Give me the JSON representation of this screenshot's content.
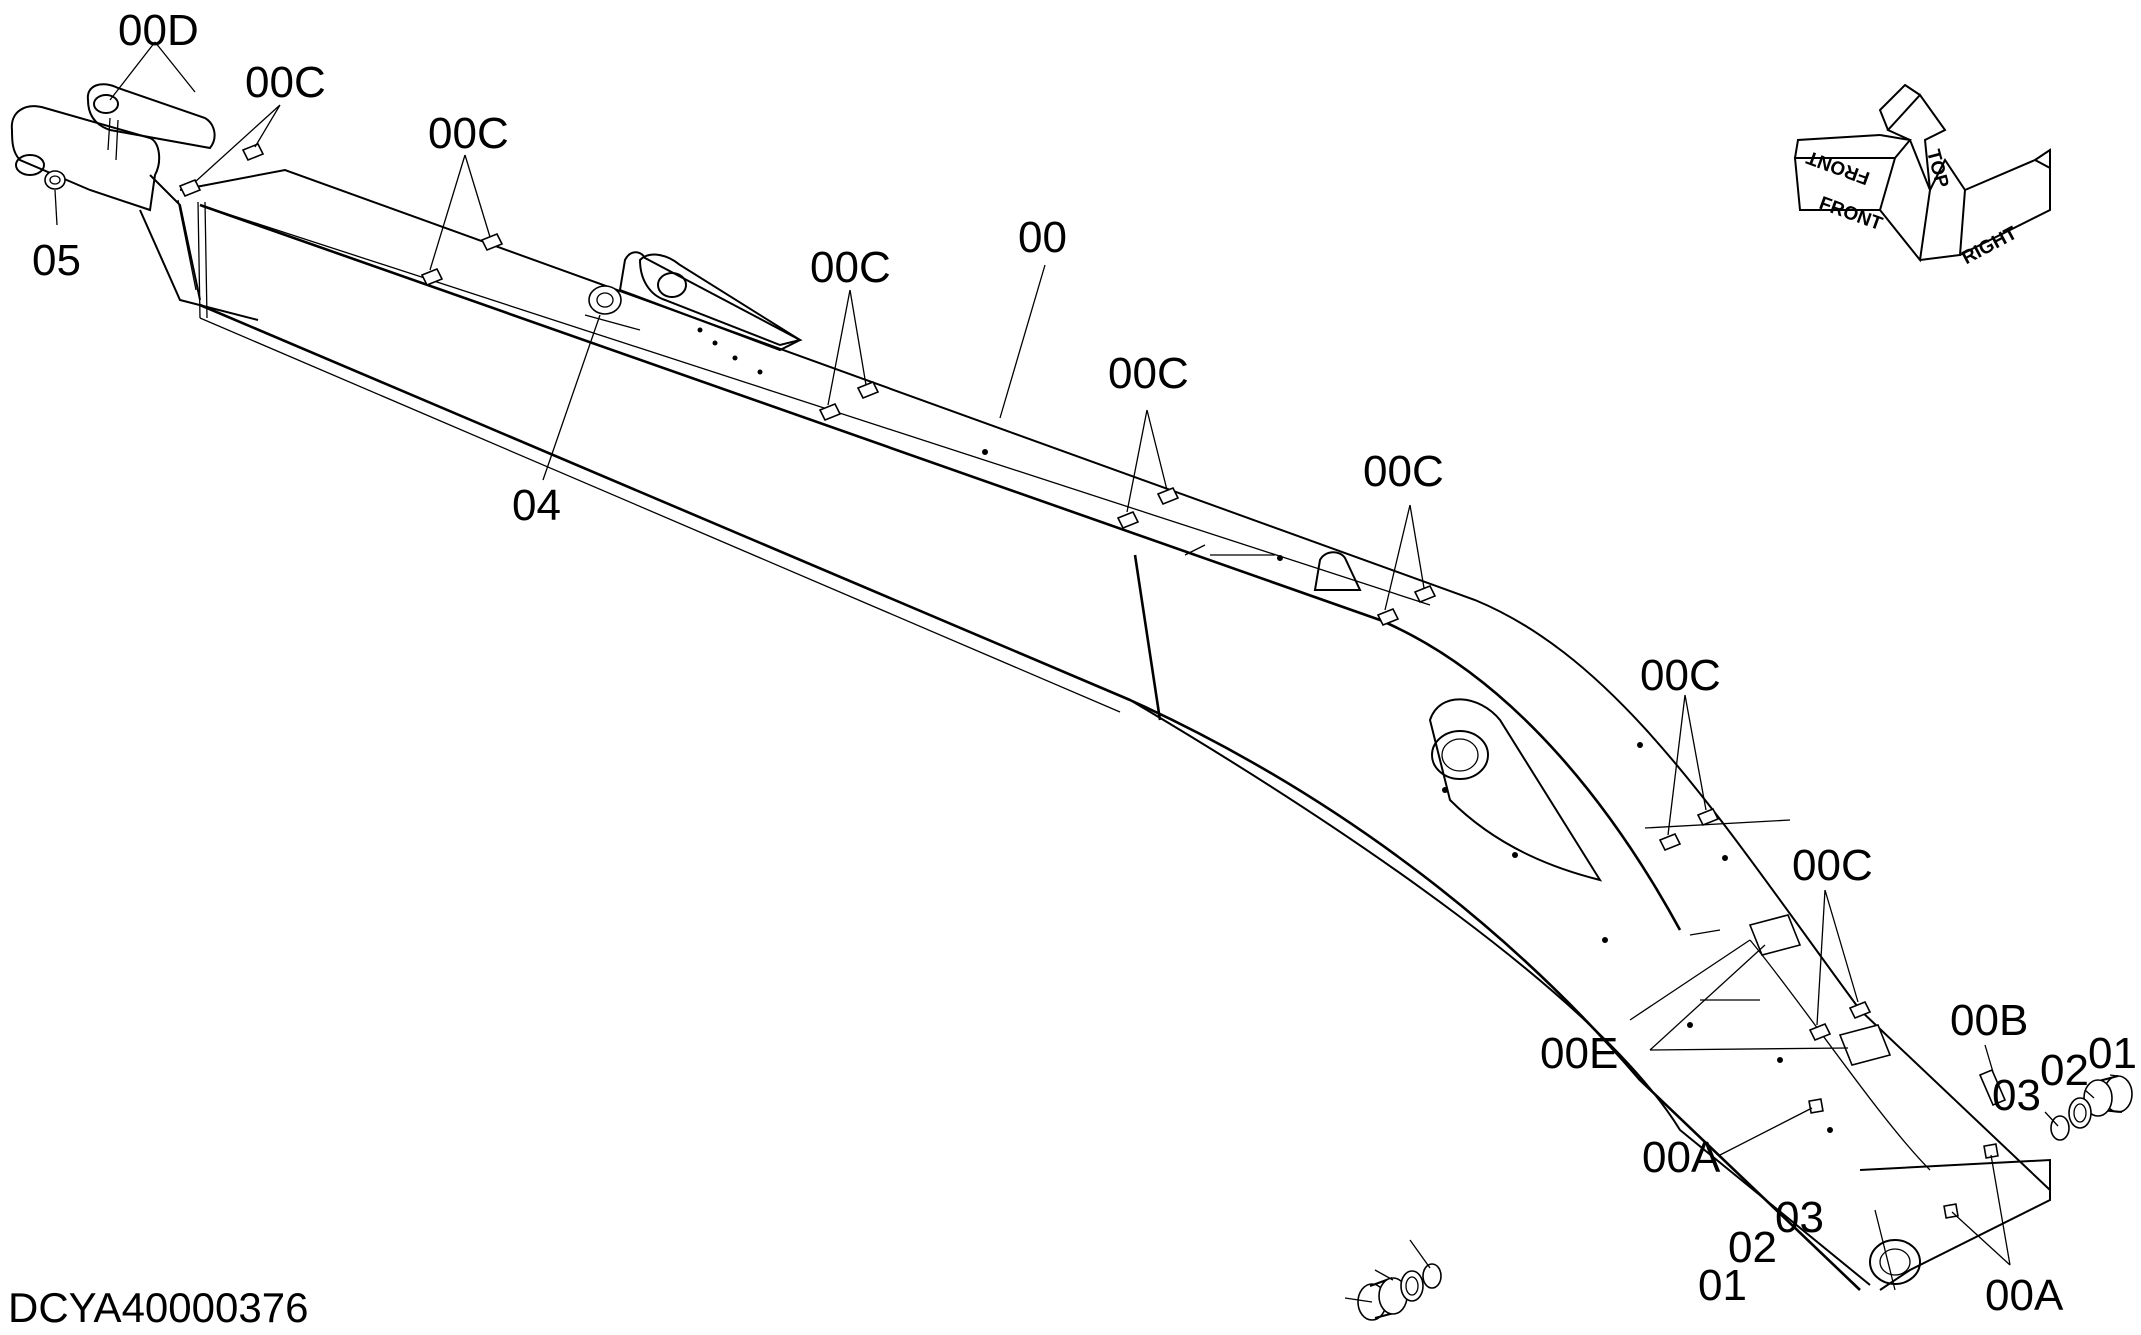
{
  "drawing_number": "DCYA40000376",
  "orientation": {
    "front": "FRONT",
    "top": "TOP",
    "right": "RIGHT"
  },
  "callouts": {
    "c00": "00",
    "c00a_1": "00A",
    "c00a_2": "00A",
    "c00b": "00B",
    "c00c_1": "00C",
    "c00c_2": "00C",
    "c00c_3": "00C",
    "c00c_4": "00C",
    "c00c_5": "00C",
    "c00c_6": "00C",
    "c00c_7": "00C",
    "c00d": "00D",
    "c00e": "00E",
    "c01_1": "01",
    "c01_2": "01",
    "c02_1": "02",
    "c02_2": "02",
    "c03_1": "03",
    "c03_2": "03",
    "c04": "04",
    "c05": "05"
  }
}
